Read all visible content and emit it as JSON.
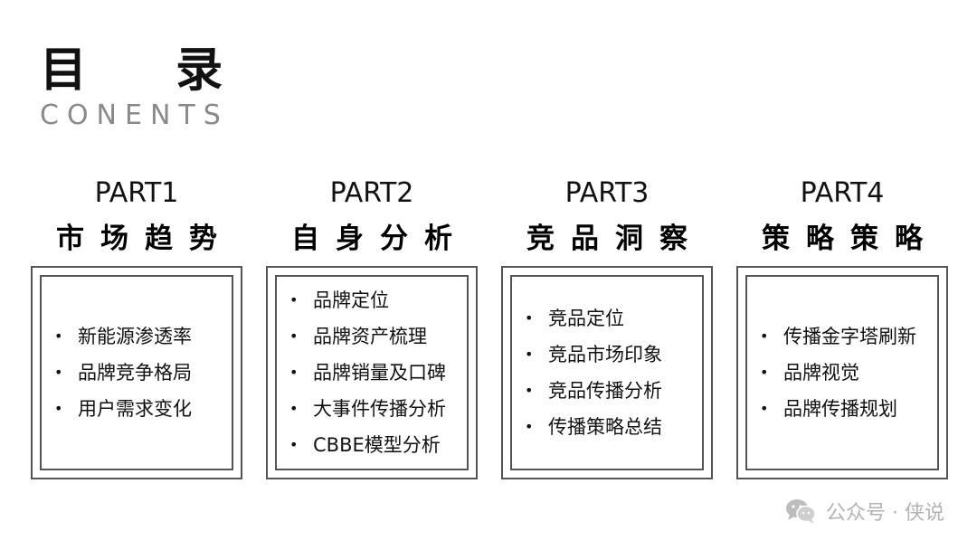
{
  "title": "目  录",
  "subtitle": "CONENTS",
  "parts": [
    {
      "label": "PART1",
      "heading": "市场趋势",
      "items": [
        "新能源渗透率",
        "品牌竞争格局",
        "用户需求变化"
      ]
    },
    {
      "label": "PART2",
      "heading": "自身分析",
      "items": [
        "品牌定位",
        "品牌资产梳理",
        "品牌销量及口碑",
        "大事件传播分析",
        "CBBE模型分析"
      ]
    },
    {
      "label": "PART3",
      "heading": "竞品洞察",
      "items": [
        "竞品定位",
        "竞品市场印象",
        "竞品传播分析",
        "传播策略总结"
      ]
    },
    {
      "label": "PART4",
      "heading": "策略策略",
      "items": [
        "传播金字塔刷新",
        "品牌视觉",
        "品牌传播规划"
      ]
    }
  ],
  "bullet": "•",
  "watermark": {
    "text": "公众号 · 侠说",
    "icon": "wechat-icon"
  }
}
